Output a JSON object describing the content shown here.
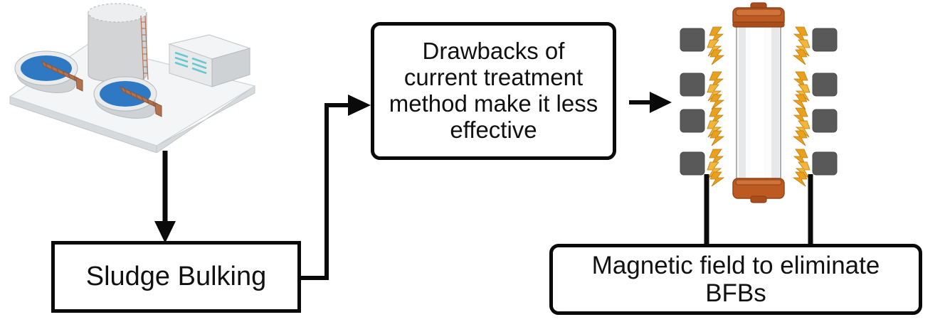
{
  "figure": {
    "type": "process-flow-diagram",
    "background_color": "#ffffff",
    "line_color": "#0a0a0a"
  },
  "nodes": [
    {
      "id": "wastewater-plant",
      "kind": "illustration",
      "label": "wastewater treatment plant",
      "parts": [
        "digester tank",
        "secondary clarifier",
        "secondary clarifier",
        "operations building"
      ]
    },
    {
      "id": "sludge-bulking",
      "kind": "text-box",
      "text": "Sludge Bulking",
      "shape": "rectangle"
    },
    {
      "id": "drawbacks",
      "kind": "text-box",
      "text": "Drawbacks of current treatment method make it less effective",
      "lines": [
        "Drawbacks of",
        "current treatment",
        "method make it",
        "less effective"
      ],
      "shape": "rounded-rectangle"
    },
    {
      "id": "magnetic-reactor",
      "kind": "illustration",
      "label": "magnetic reactor column with electromagnets",
      "magnet_pairs": 4
    },
    {
      "id": "magnetic-field",
      "kind": "text-box",
      "text": "Magnetic field to eliminate BFBs",
      "lines": [
        "Magnetic field to eliminate",
        "BFBs"
      ],
      "shape": "rounded-rectangle"
    }
  ],
  "edges": [
    {
      "from": "wastewater-plant",
      "to": "sludge-bulking",
      "style": "straight-down",
      "arrow": true
    },
    {
      "from": "sludge-bulking",
      "to": "drawbacks",
      "style": "elbow-right-up",
      "arrow": true
    },
    {
      "from": "drawbacks",
      "to": "magnetic-reactor",
      "style": "straight-right",
      "arrow": true
    },
    {
      "from": "magnetic-reactor",
      "to": "magnetic-field",
      "style": "two-vertical-legs",
      "arrow": false
    }
  ],
  "colors": {
    "reactor_cap": "#bd5a22",
    "magnet_block": "#595959",
    "spark": "#e8a01e",
    "clarifier_water": "#2f79c4",
    "building_window": "#68c8cf",
    "concrete": "#d7dadc"
  }
}
